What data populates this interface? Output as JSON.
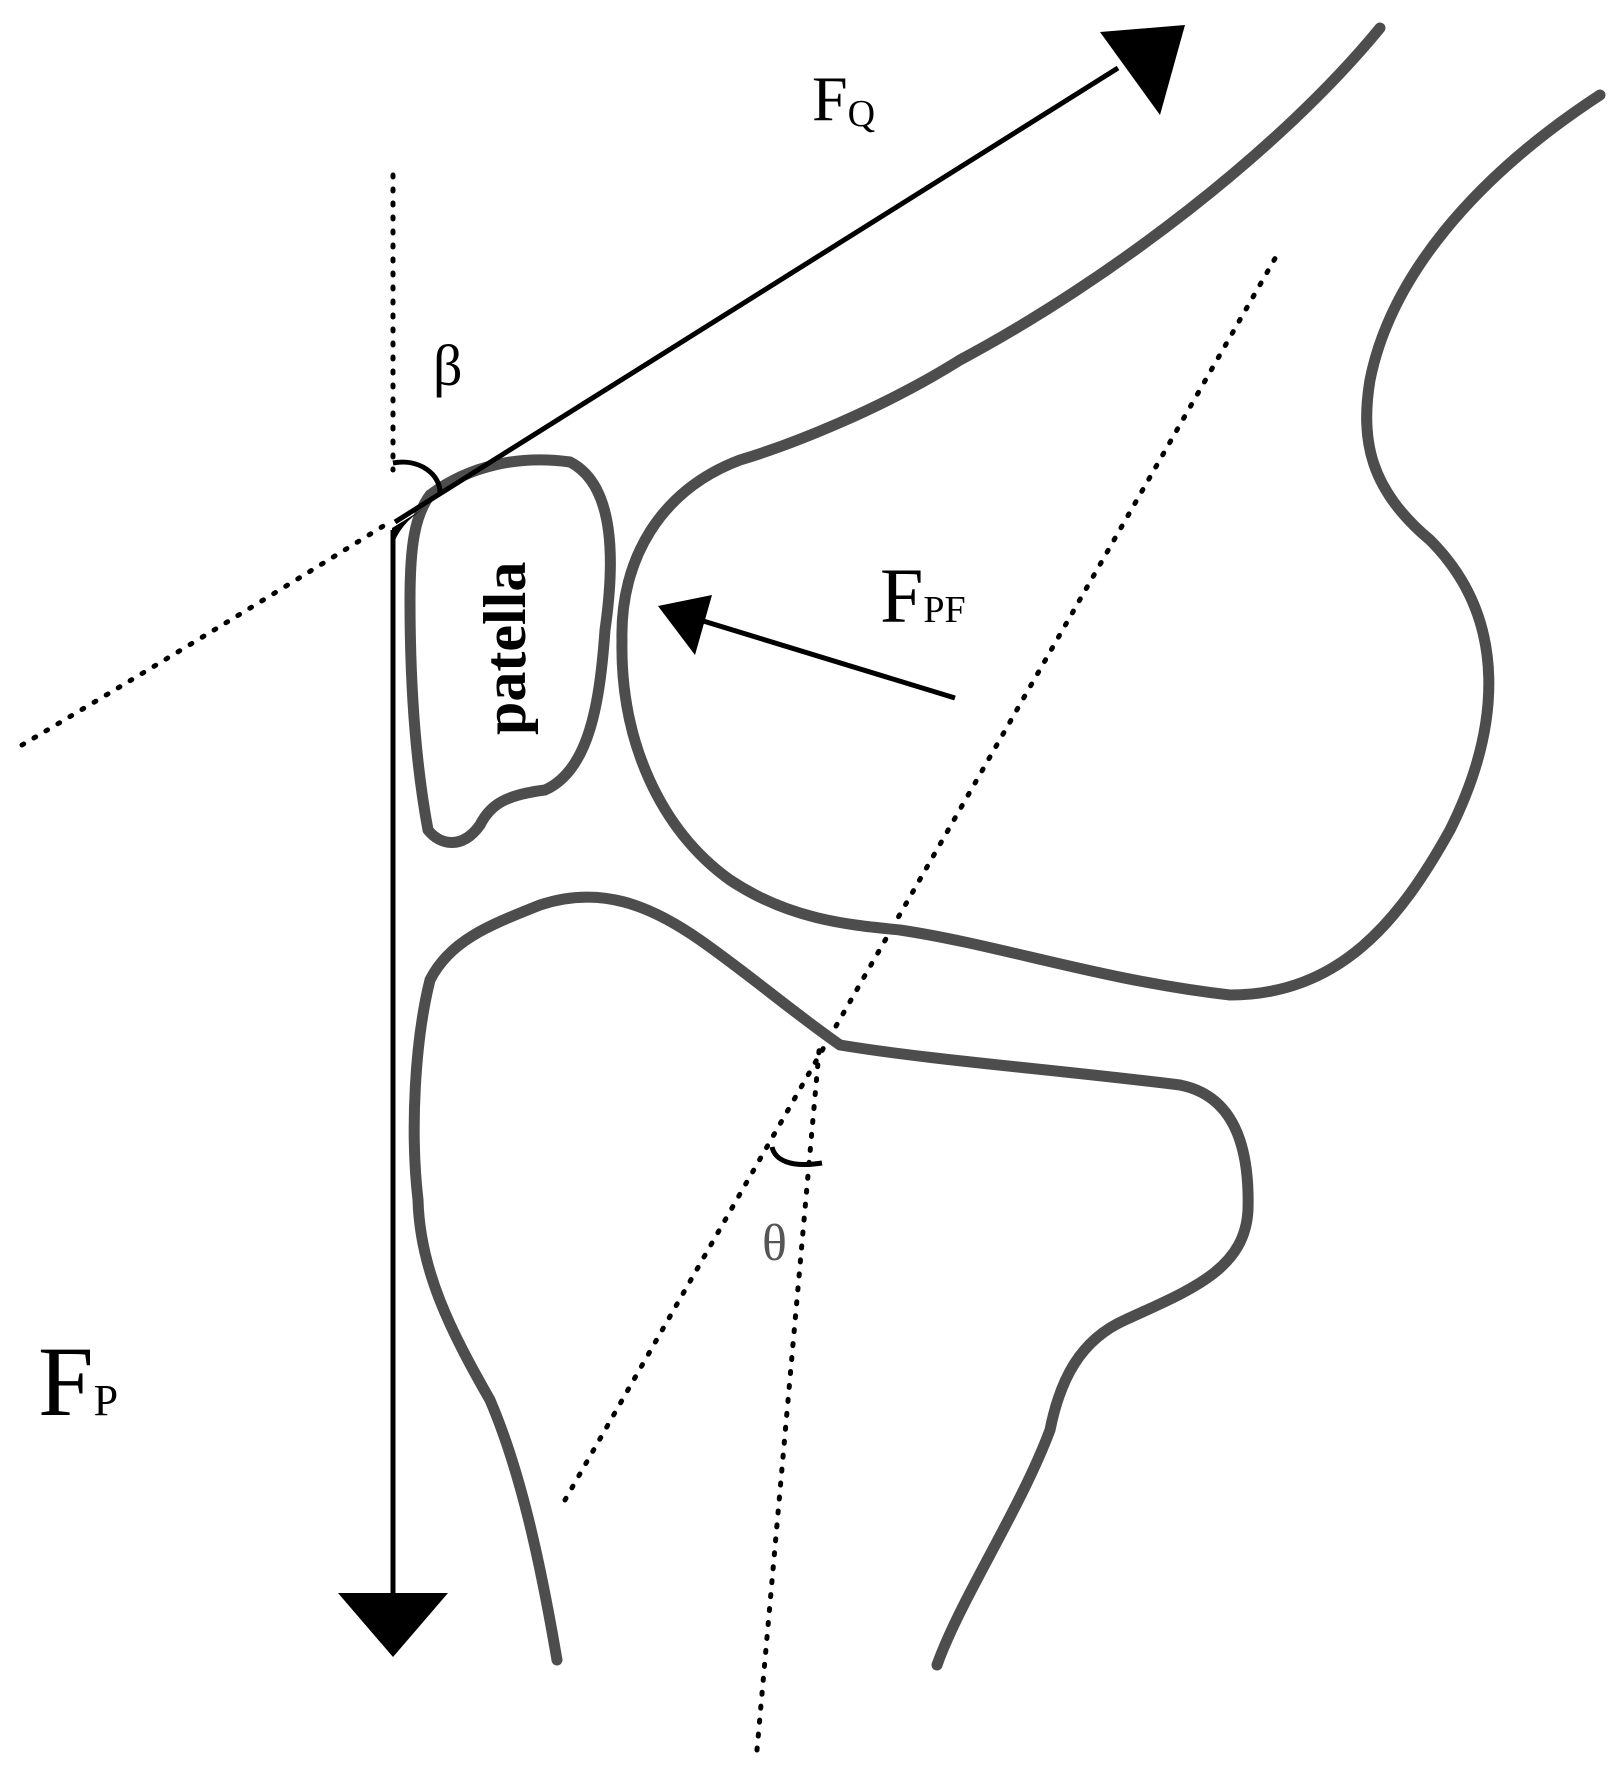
{
  "labels": {
    "fq_main": "F",
    "fq_sub": "Q",
    "fpf_main": "F",
    "fpf_sub": "PF",
    "fp_main": "F",
    "fp_sub": "P",
    "beta": "β",
    "theta": "θ",
    "patella": "patella"
  }
}
